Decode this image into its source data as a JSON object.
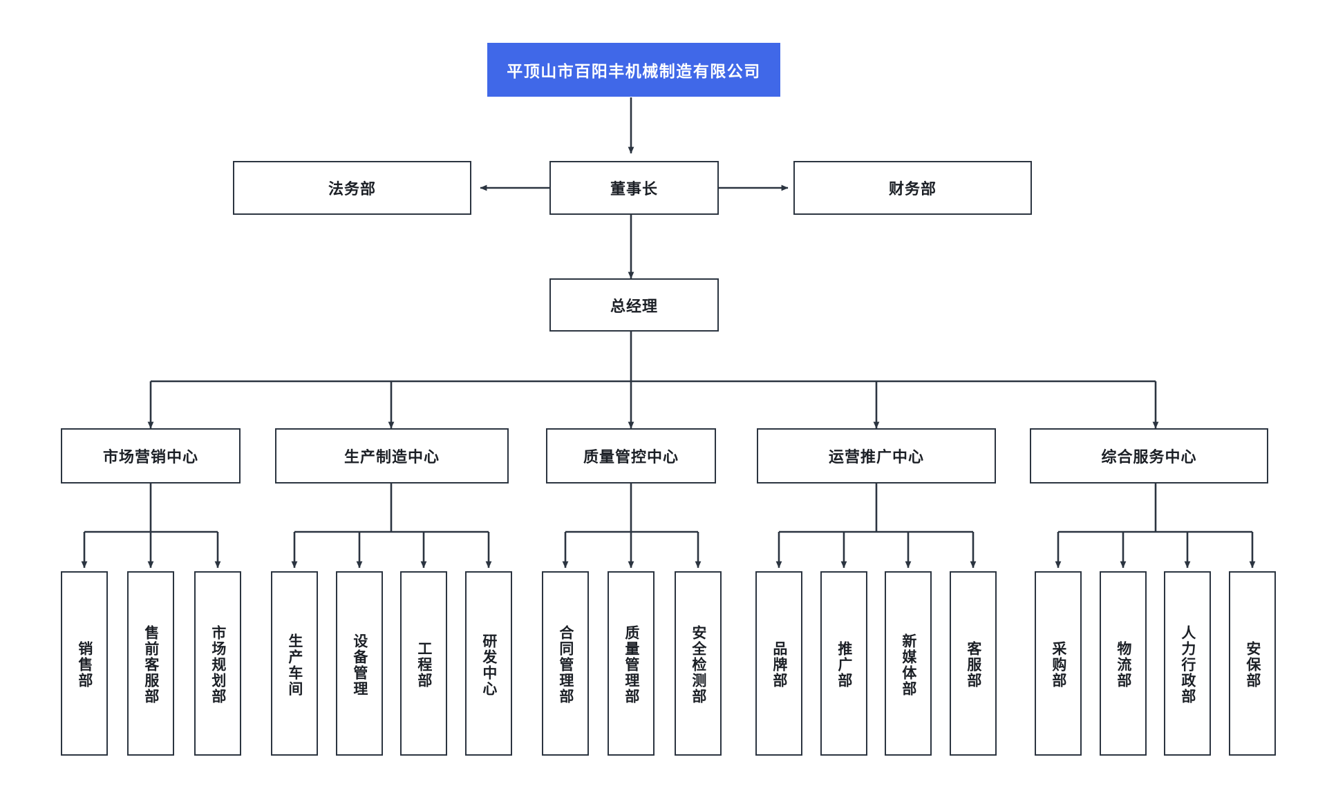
{
  "diagram": {
    "title": "平顶山市百阳丰机械制造有限公司",
    "type": "organization-chart",
    "colors": {
      "root_fill": "#4068e8",
      "root_text": "#ffffff",
      "node_border": "#2b3440",
      "node_fill": "#ffffff",
      "node_text": "#1b1f25",
      "edge": "#2b3440",
      "background": "#ffffff"
    }
  },
  "root": {
    "label": "平顶山市百阳丰机械制造有限公司"
  },
  "executive": {
    "chairman": "董事长",
    "legal": "法务部",
    "finance": "财务部",
    "general_manager": "总经理"
  },
  "centers": [
    {
      "label": "市场营销中心",
      "children": [
        "销售部",
        "售前客服部",
        "市场规划部"
      ]
    },
    {
      "label": "生产制造中心",
      "children": [
        "生产车间",
        "设备管理",
        "工程部",
        "研发中心"
      ]
    },
    {
      "label": "质量管控中心",
      "children": [
        "合同管理部",
        "质量管理部",
        "安全检测部"
      ]
    },
    {
      "label": "运营推广中心",
      "children": [
        "品牌部",
        "推广部",
        "新媒体部",
        "客服部"
      ]
    },
    {
      "label": "综合服务中心",
      "children": [
        "采购部",
        "物流部",
        "人力行政部",
        "安保部"
      ]
    }
  ]
}
